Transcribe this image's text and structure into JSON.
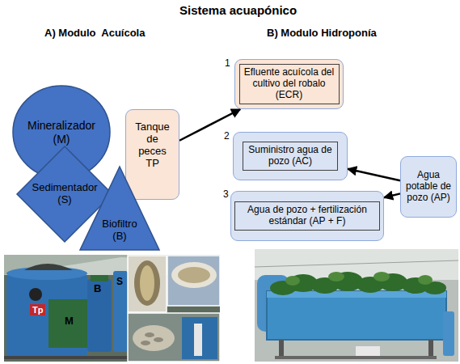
{
  "diagram": {
    "title": "Sistema acuapónico",
    "nodes": [
      {
        "text": [
          "Mineralizador (M)"
        ]
      },
      {
        "text": [
          "Tanque de peces TP"
        ]
      },
      {
        "text": [
          "Sedimentador (S)"
        ]
      },
      {
        "text": [
          "Biofiltro (B)"
        ]
      },
      {
        "text": [
          "Efluente acuícola del cultivo del robalo (ECR)"
        ]
      },
      {
        "text": [
          "Suministro agua de pozo (AC)"
        ]
      },
      {
        "text": [
          "Agua de pozo + fertilización estándar (AP + F)"
        ]
      },
      {
        "text": [
          "Agua potable de pozo (AP)"
        ]
      }
    ],
    "edges": [
      {
        "from": 1,
        "to": 4,
        "arrow": "to"
      },
      {
        "from": 7,
        "to": 5,
        "arrow": "to"
      },
      {
        "from": 7,
        "to": 6,
        "arrow": "to"
      }
    ],
    "labels": [
      "A) Modulo  Acuícola",
      "B) Modulo Hidroponía",
      "1",
      "2",
      "3",
      "Tp",
      "B",
      "S",
      "M"
    ]
  }
}
